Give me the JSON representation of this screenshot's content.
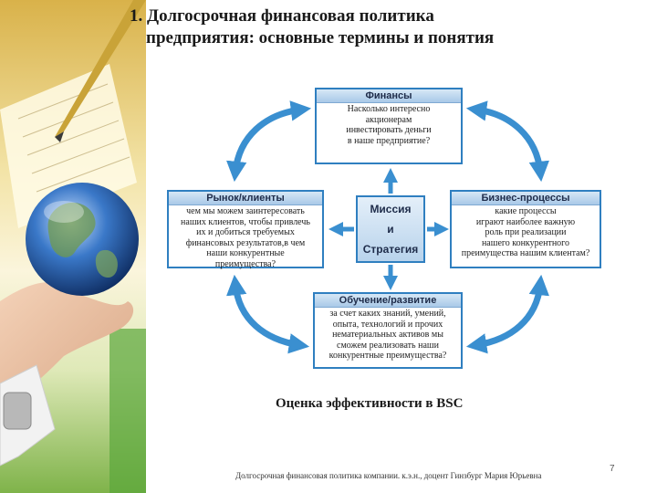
{
  "slide": {
    "title_line1": "1. Долгосрочная финансовая политика",
    "title_line2": "предприятия: основные термины и понятия"
  },
  "diagram": {
    "finance": {
      "heading": "Финансы",
      "lines": [
        "Насколько интересно",
        "акционерам",
        "инвестировать деньги",
        "в наше предприятие?"
      ]
    },
    "market": {
      "heading": "Рынок/клиенты",
      "lines": [
        "чем мы можем заинтересовать",
        "наших клиентов, чтобы привлечь",
        "их и добиться требуемых",
        "финансовых результатов,в чем",
        "наши конкурентные",
        "преимущества?"
      ]
    },
    "business": {
      "heading": "Бизнес-процессы",
      "lines": [
        "какие процессы",
        "играют наиболее важную",
        "роль при реализации",
        "нашего конкурентного",
        "преимущества нашим клиентам?"
      ]
    },
    "learning": {
      "heading": "Обучение/развитие",
      "lines": [
        "за счет каких знаний, умений,",
        "опыта, технологий и прочих",
        "нематериальных активов мы",
        "сможем реализовать наши",
        "конкурентные преимущества?"
      ]
    },
    "mission": {
      "line1": "Миссия",
      "line2": "и",
      "line3": "Стратегия"
    },
    "arrow_color": "#3a8fd0"
  },
  "caption": "Оценка эффективности в BSC",
  "footer": "Долгосрочная финансовая политика компании.   к.э.н., доцент Гинзбург Мария Юрьевна",
  "page_number": "7"
}
